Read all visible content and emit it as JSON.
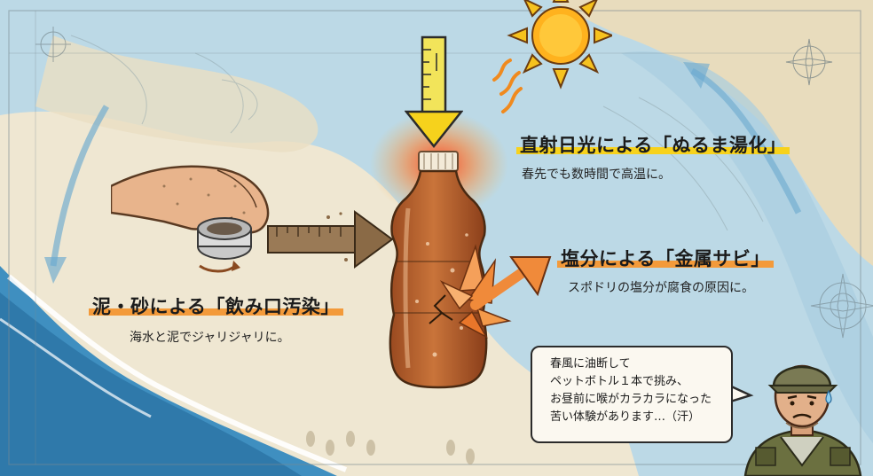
{
  "sections": {
    "sun": {
      "title": "直射日光による「ぬるま湯化」",
      "desc": "春先でも数時間で高温に。"
    },
    "salt": {
      "title": "塩分による「金属サビ」",
      "desc": "スポドリの塩分が腐食の原因に。"
    },
    "sand": {
      "title": "泥・砂による「飲み口汚染」",
      "desc": "海水と泥でジャリジャリに。"
    }
  },
  "speech": {
    "lines": [
      "春風に油断して",
      "ペットボトル１本で挑み、",
      "お昼前に喉がカラカラになった",
      "苦い体験があります…（汗）"
    ]
  },
  "colors": {
    "accent_yellow": "#f7d21c",
    "accent_orange": "#f39a3a",
    "sea": "#3f8fc0",
    "sand": "#e3d2a8"
  }
}
